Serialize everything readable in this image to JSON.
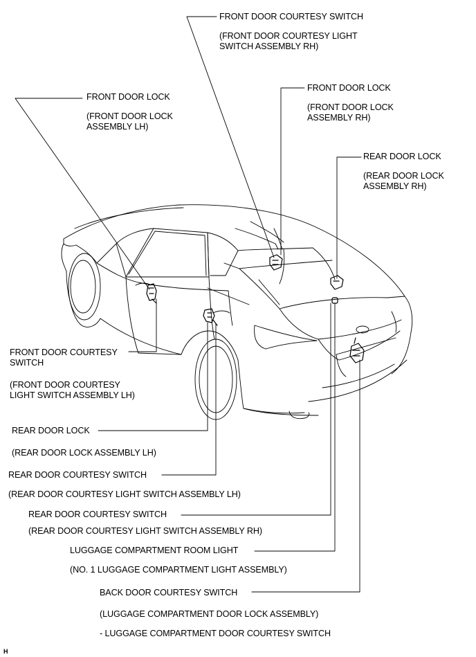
{
  "labels": {
    "front_courtesy_rh": {
      "title": "FRONT DOOR COURTESY SWITCH",
      "assembly_l1": "(FRONT DOOR COURTESY LIGHT",
      "assembly_l2": "SWITCH ASSEMBLY RH)"
    },
    "front_lock_lh": {
      "title": "FRONT DOOR LOCK",
      "assembly_l1": "(FRONT DOOR LOCK",
      "assembly_l2": "ASSEMBLY LH)"
    },
    "front_lock_rh": {
      "title": "FRONT DOOR LOCK",
      "assembly_l1": "(FRONT DOOR LOCK",
      "assembly_l2": "ASSEMBLY RH)"
    },
    "rear_lock_rh": {
      "title": "REAR DOOR LOCK",
      "assembly_l1": "(REAR DOOR LOCK",
      "assembly_l2": "ASSEMBLY RH)"
    },
    "front_courtesy_lh": {
      "title_l1": "FRONT DOOR COURTESY",
      "title_l2": "SWITCH",
      "assembly_l1": "(FRONT DOOR COURTESY",
      "assembly_l2": "LIGHT SWITCH ASSEMBLY LH)"
    },
    "rear_lock_lh": {
      "title": "REAR DOOR LOCK",
      "assembly": "(REAR DOOR LOCK ASSEMBLY LH)"
    },
    "rear_courtesy_lh": {
      "title": "REAR DOOR COURTESY SWITCH",
      "assembly": "(REAR DOOR COURTESY LIGHT SWITCH ASSEMBLY LH)"
    },
    "rear_courtesy_rh": {
      "title": "REAR DOOR COURTESY SWITCH",
      "assembly": "(REAR DOOR COURTESY LIGHT SWITCH ASSEMBLY RH)"
    },
    "luggage_light": {
      "title": "LUGGAGE COMPARTMENT ROOM LIGHT",
      "assembly": "(NO. 1 LUGGAGE COMPARTMENT LIGHT ASSEMBLY)"
    },
    "back_door_courtesy": {
      "title": "BACK DOOR COURTESY SWITCH",
      "assembly": "(LUGGAGE COMPARTMENT DOOR LOCK ASSEMBLY)",
      "note": "- LUGGAGE COMPARTMENT DOOR COURTESY SWITCH"
    }
  },
  "corner_mark": "H"
}
